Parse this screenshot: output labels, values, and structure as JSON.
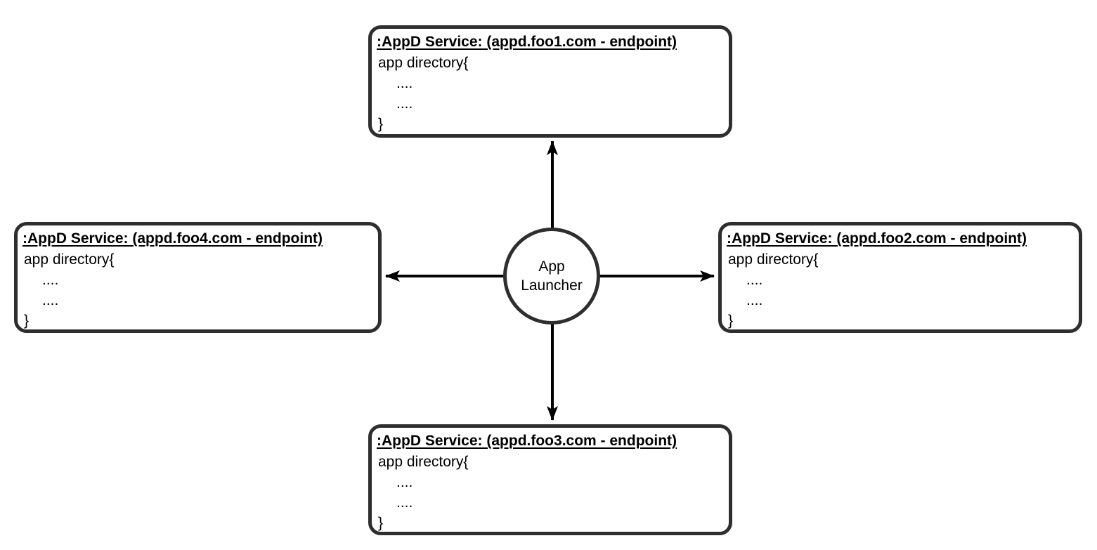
{
  "diagram": {
    "type": "topology-diagram",
    "center": {
      "label_line1": "App",
      "label_line2": "Launcher"
    },
    "services": [
      {
        "position": "top",
        "title": ":AppD Service: (appd.foo1.com - endpoint)",
        "body": [
          "app directory{",
          "....",
          "....",
          "}"
        ]
      },
      {
        "position": "right",
        "title": ":AppD Service: (appd.foo2.com - endpoint)",
        "body": [
          "app directory{",
          "....",
          "....",
          "}"
        ]
      },
      {
        "position": "bottom",
        "title": ":AppD Service: (appd.foo3.com - endpoint)",
        "body": [
          "app directory{",
          "....",
          "....",
          "}"
        ]
      },
      {
        "position": "left",
        "title": ":AppD Service: (appd.foo4.com - endpoint)",
        "body": [
          "app directory{",
          "....",
          "....",
          "}"
        ]
      }
    ],
    "connections": [
      {
        "from": "app-launcher",
        "to": "appd.foo1.com",
        "direction": "up"
      },
      {
        "from": "app-launcher",
        "to": "appd.foo2.com",
        "direction": "right"
      },
      {
        "from": "app-launcher",
        "to": "appd.foo3.com",
        "direction": "down"
      },
      {
        "from": "app-launcher",
        "to": "appd.foo4.com",
        "direction": "left"
      }
    ],
    "colors": {
      "shape_border": "#2e2e2e",
      "arrow": "#000000",
      "text": "#000000",
      "background": "#ffffff"
    }
  }
}
